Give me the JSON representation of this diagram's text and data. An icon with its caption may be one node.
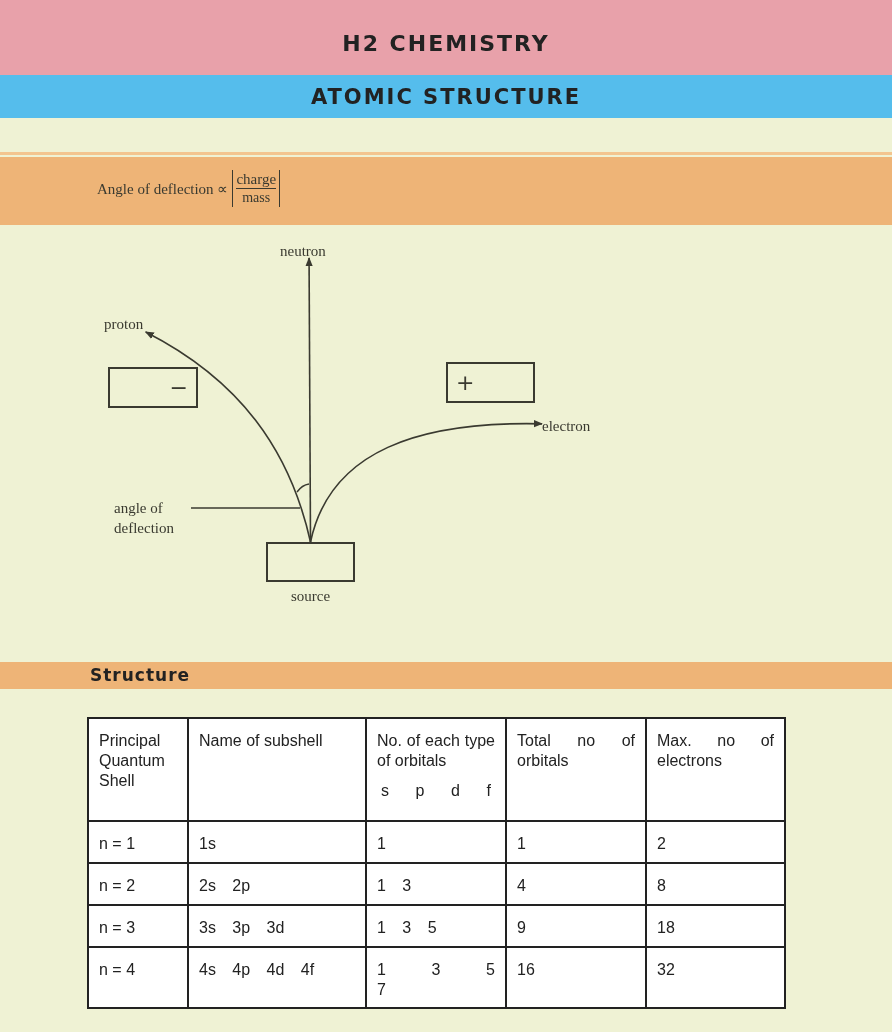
{
  "diagram": {
    "title": "H2 CHEMISTRY",
    "nodes": [
      {
        "text": [],
        "shape": "box",
        "beside": [
          "source"
        ]
      },
      {
        "text": [
          "neutron"
        ]
      },
      {
        "text": [
          "proton"
        ]
      },
      {
        "text": [
          "electron"
        ]
      },
      {
        "text": [
          "angle of deflection"
        ]
      },
      {
        "text": [
          "−"
        ]
      },
      {
        "text": [
          "+"
        ]
      }
    ],
    "edges": [
      {
        "from": 0,
        "to": 1,
        "arrow": "to"
      },
      {
        "from": 0,
        "to": 2,
        "arrow": "to"
      },
      {
        "from": 0,
        "to": 3,
        "arrow": "to"
      },
      {
        "from": 4,
        "to": null,
        "arrow": "none"
      }
    ],
    "labels": [
      "ATOMIC STRUCTURE",
      "Angle of deflection ∝",
      "charge",
      "mass",
      "Structure",
      "Principal Quantum Shell",
      "Name of subshell",
      "No. of each type of orbitals",
      "Total no of orbitals",
      "Max. no of electrons",
      "s p d f",
      "n = 1",
      "1s",
      "1",
      "1",
      "2",
      "n = 2",
      "2s 2p",
      "1 3",
      "4",
      "8",
      "n = 3",
      "3s 3p 3d",
      "1 3 5",
      "9",
      "18",
      "n = 4",
      "4s 4p 4d 4f",
      "1 3 5 7",
      "16",
      "32"
    ]
  }
}
